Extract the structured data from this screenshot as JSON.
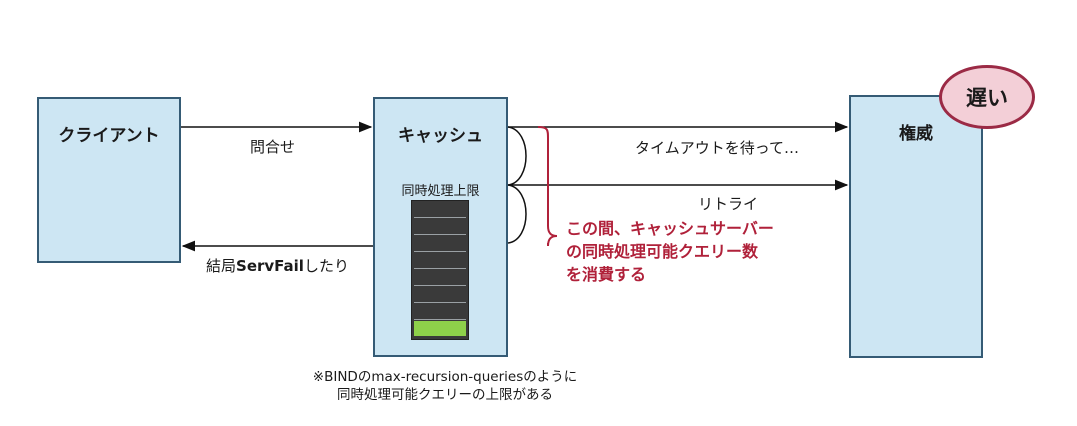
{
  "nodes": {
    "client": "クライアント",
    "cache": "キャッシュ",
    "authority": "権威"
  },
  "cache_limit_label": "同時処理上限",
  "slow_badge": "遅い",
  "arrows": {
    "query": "問合せ",
    "timeout_wait": "タイムアウトを待って…",
    "retry": "リトライ",
    "servfail_prefix": "結局",
    "servfail_bold": "ServFail",
    "servfail_suffix": "したり"
  },
  "note_red": {
    "line1": "この間、キャッシュサーバー",
    "line2": "の同時処理可能クエリー数",
    "line3": "を消費する"
  },
  "footnote": {
    "line1": "※BINDのmax-recursion-queriesのように",
    "line2": "同時処理可能クエリーの上限がある"
  },
  "limit_meter": {
    "slots_total": 8,
    "slots_used": 7
  },
  "colors": {
    "box_fill": "#cde6f3",
    "box_border": "#355b75",
    "used_slot": "#3a3a3a",
    "free_slot": "#8ed14a",
    "note_red": "#b0213a",
    "badge_fill": "#f3cfd7",
    "badge_border": "#9b2a45"
  }
}
